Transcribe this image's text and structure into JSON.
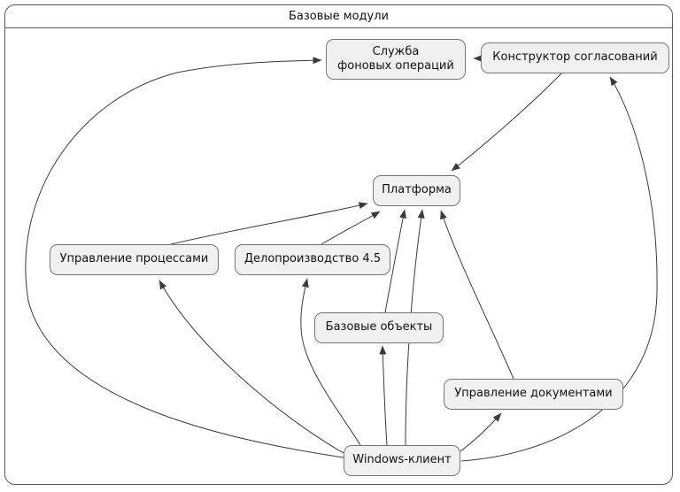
{
  "diagram": {
    "title": "Базовые модули",
    "nodes": [
      {
        "id": "background-operations-service",
        "label": "Служба\nфоновых операций"
      },
      {
        "id": "approval-constructor",
        "label": "Конструктор согласований"
      },
      {
        "id": "platform",
        "label": "Платформа"
      },
      {
        "id": "process-management",
        "label": "Управление процессами"
      },
      {
        "id": "docflow-45",
        "label": "Делопроизводство 4.5"
      },
      {
        "id": "base-objects",
        "label": "Базовые объекты"
      },
      {
        "id": "document-management",
        "label": "Управление документами"
      },
      {
        "id": "windows-client",
        "label": "Windows-клиент"
      }
    ],
    "edges": [
      {
        "from": "Конструктор согласований",
        "to": "Служба фоновых операций"
      },
      {
        "from": "Конструктор согласований",
        "to": "Платформа"
      },
      {
        "from": "Управление процессами",
        "to": "Платформа"
      },
      {
        "from": "Делопроизводство 4.5",
        "to": "Платформа"
      },
      {
        "from": "Базовые объекты",
        "to": "Платформа"
      },
      {
        "from": "Управление документами",
        "to": "Платформа"
      },
      {
        "from": "Windows-клиент",
        "to": "Платформа"
      },
      {
        "from": "Windows-клиент",
        "to": "Управление процессами"
      },
      {
        "from": "Windows-клиент",
        "to": "Делопроизводство 4.5"
      },
      {
        "from": "Windows-клиент",
        "to": "Базовые объекты"
      },
      {
        "from": "Windows-клиент",
        "to": "Управление документами"
      },
      {
        "from": "Windows-клиент",
        "to": "Конструктор согласований"
      },
      {
        "from": "Windows-клиент",
        "to": "Служба фоновых операций"
      }
    ],
    "colors": {
      "node_fill": "#f0f0f0",
      "node_border": "#767676",
      "edge": "#3a3a3a",
      "frame_border": "#5a5a5a",
      "background": "#ffffff"
    }
  }
}
